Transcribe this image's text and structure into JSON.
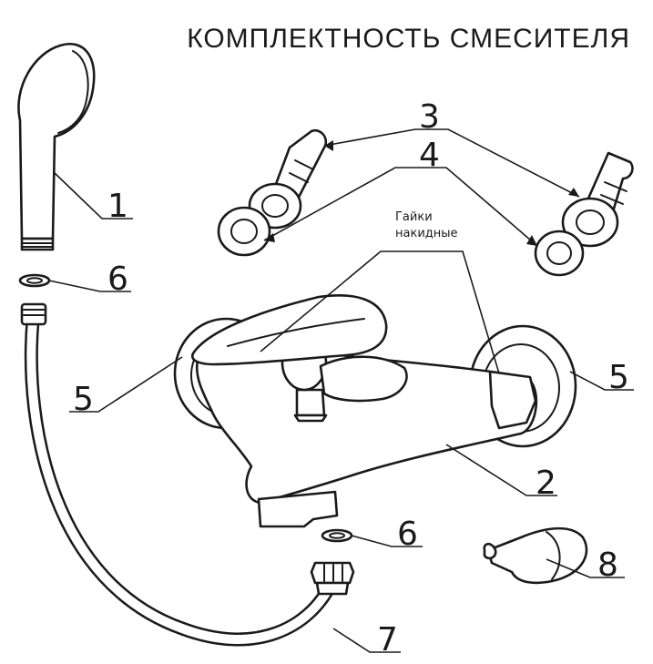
{
  "diagram": {
    "title": "КОМПЛЕКТНОСТЬ СМЕСИТЕЛЯ",
    "note": {
      "line1": "Гайки",
      "line2": "накидные"
    },
    "callouts": {
      "shower_head": "1",
      "mixer_body": "2",
      "union_left": "3",
      "union_right": "3",
      "cap_nut_left": "4",
      "cap_nut_right": "4",
      "flange_left": "5",
      "flange_right": "5",
      "gasket_top": "6",
      "gasket_bottom": "6",
      "hose": "7",
      "holder": "8"
    }
  }
}
